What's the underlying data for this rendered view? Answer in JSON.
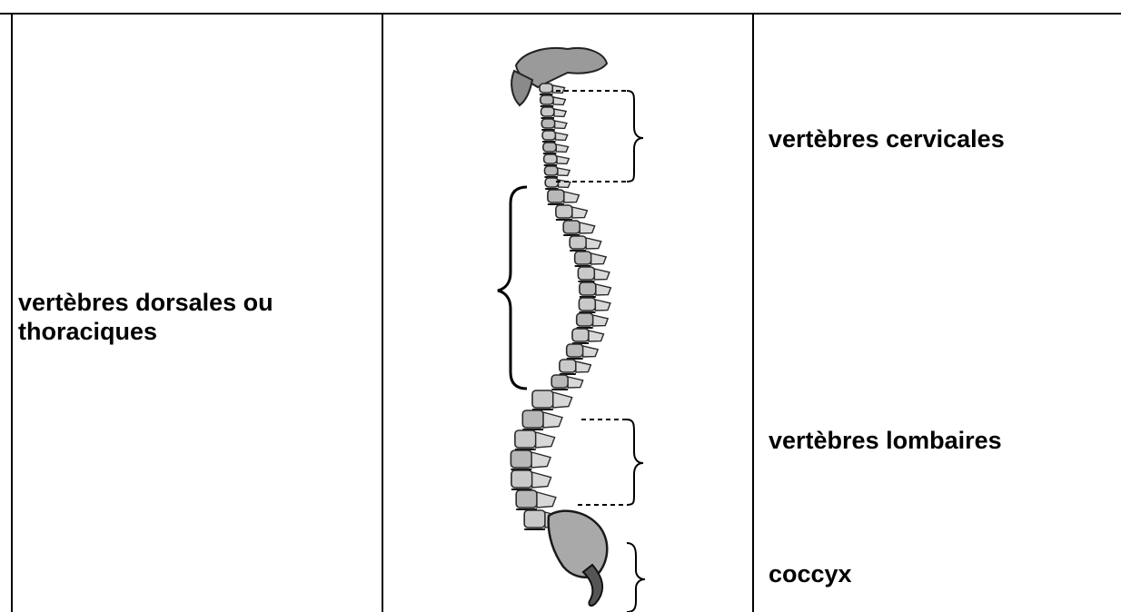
{
  "diagram": {
    "labels": {
      "dorsales": [
        "vertèbres dorsales ou",
        "thoraciques"
      ],
      "cervicales": "vertèbres cervicales",
      "lombaires": "vertèbres lombaires",
      "coccyx": "coccyx"
    },
    "colors": {
      "line": "#000000",
      "bone": "#b8b8b8",
      "bone_dark": "#2a2a2a"
    }
  }
}
